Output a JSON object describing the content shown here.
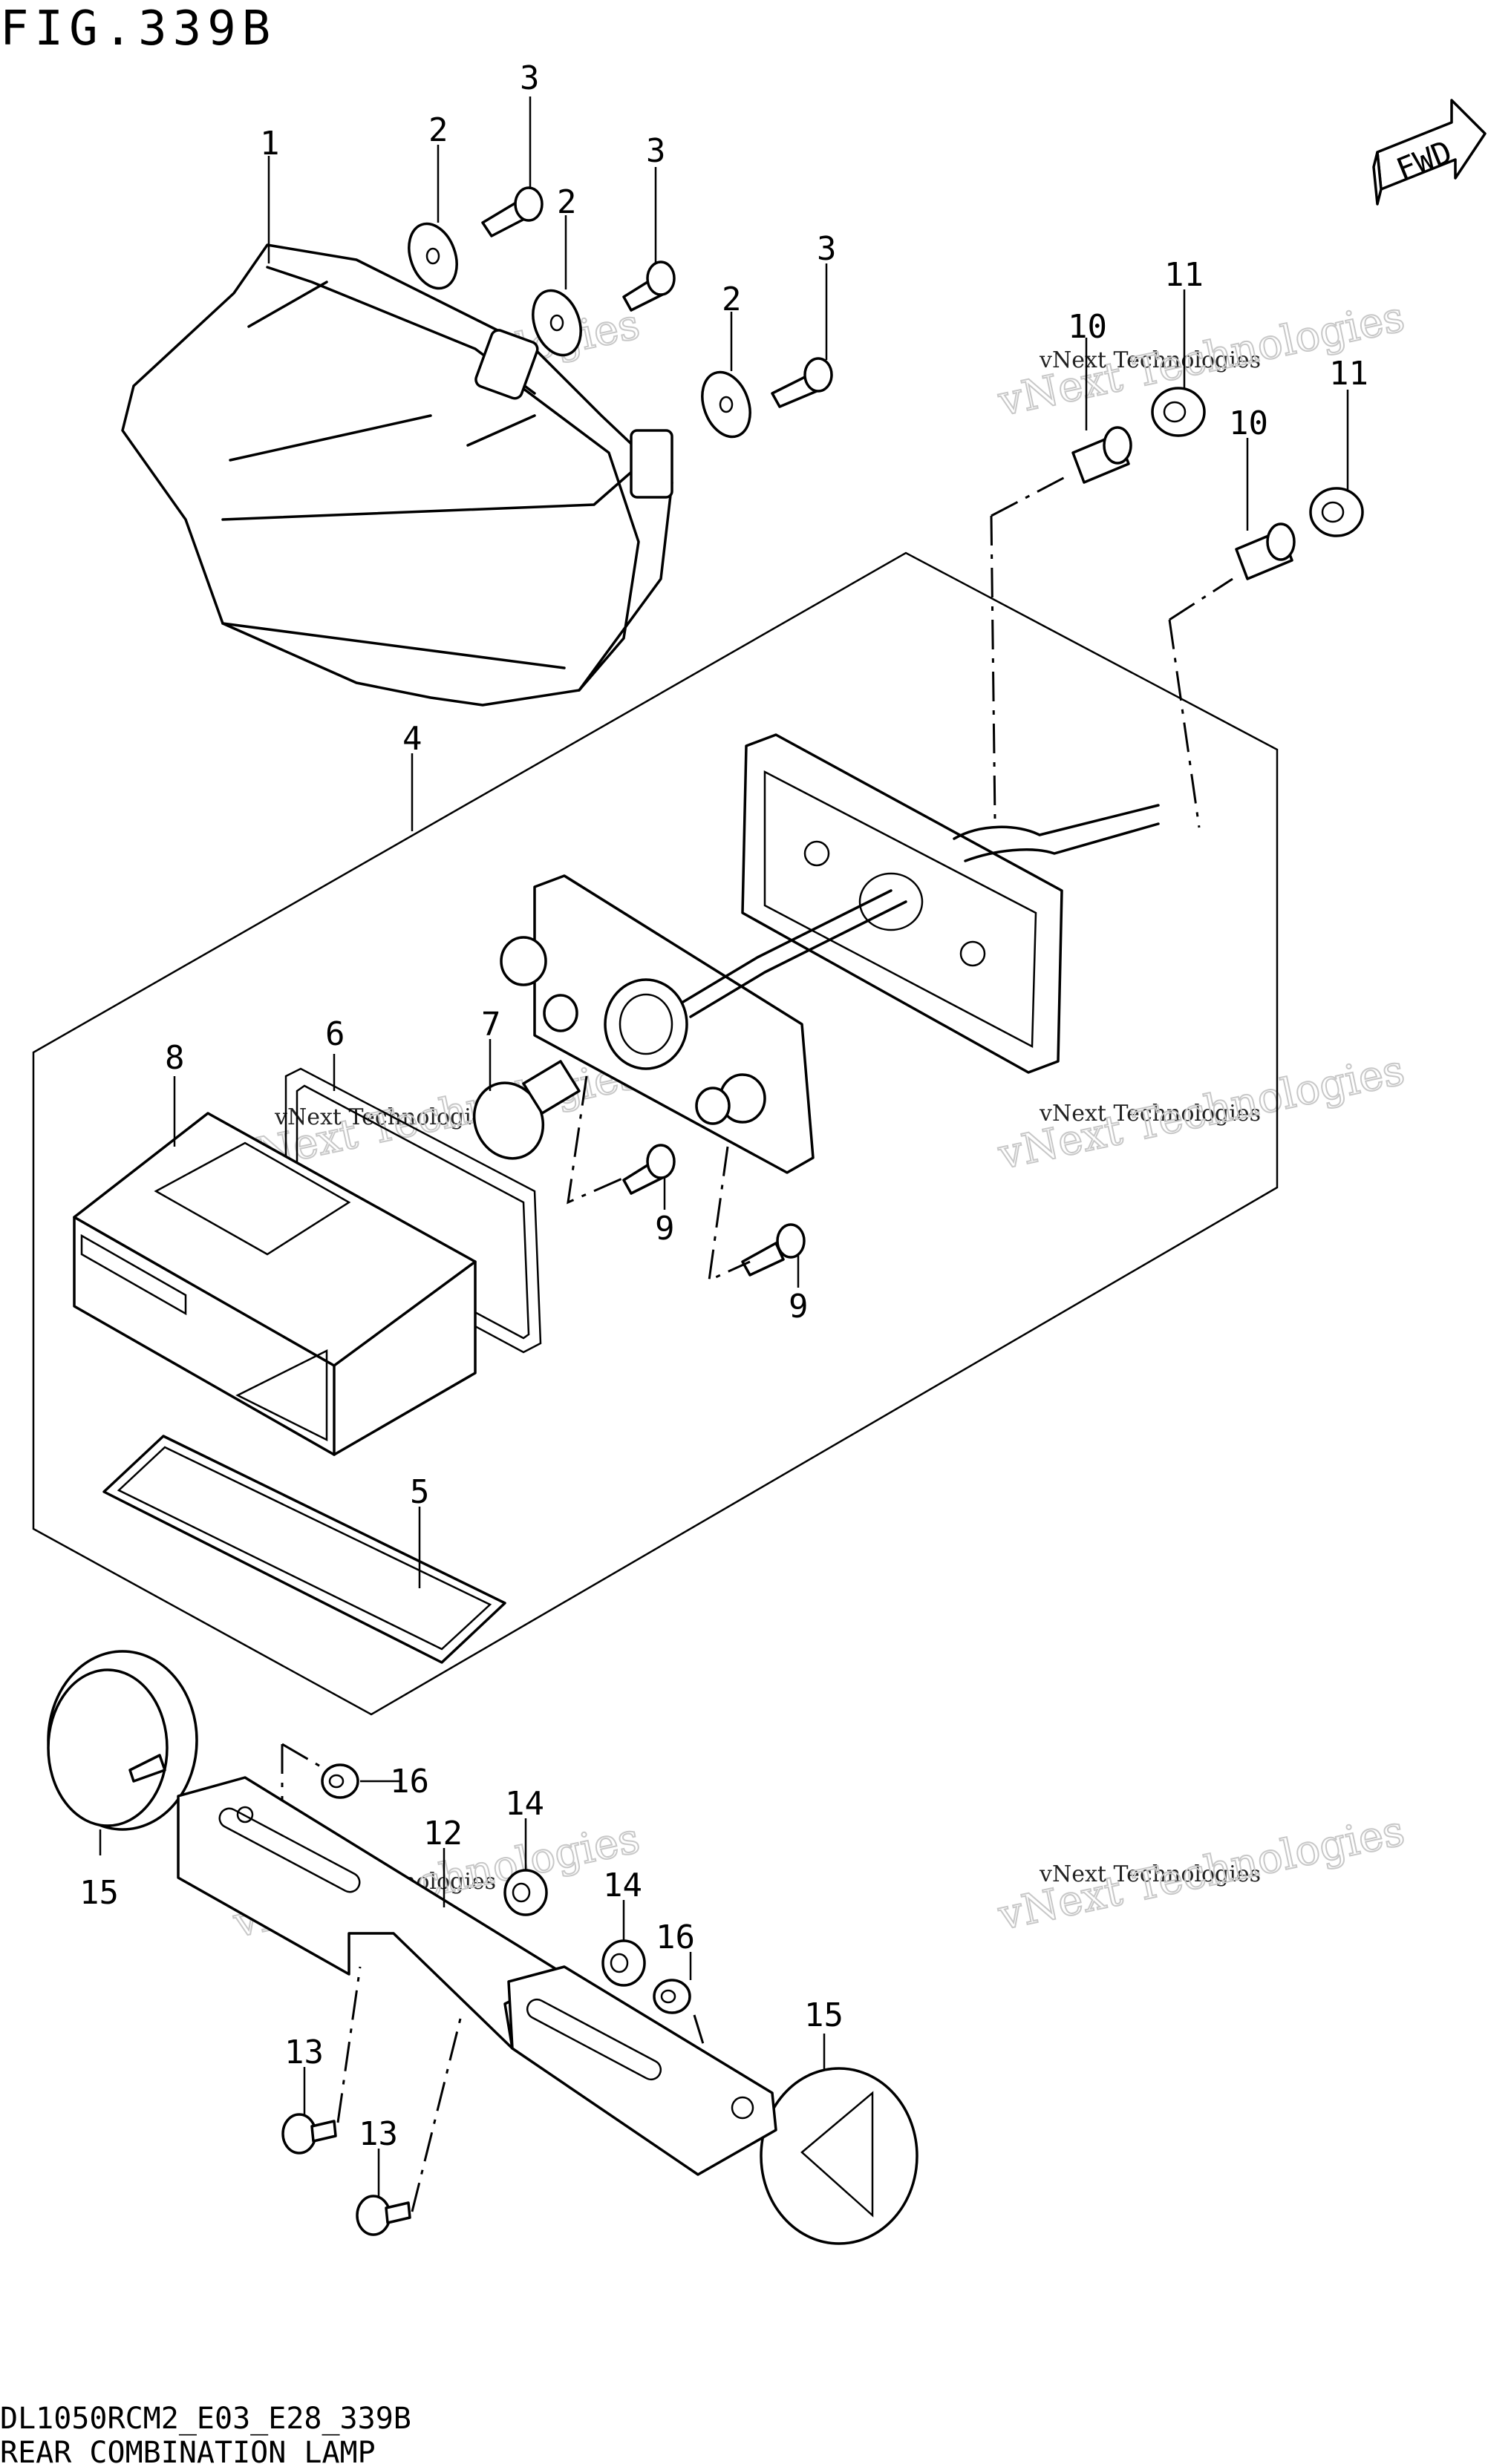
{
  "figure": {
    "title": "FIG.339B",
    "model_code": "DL1050RCM2_E03_E28_339B",
    "caption": "REAR COMBINATION LAMP",
    "fwd_label": "FWD"
  },
  "watermark": {
    "line1": "vNext Technologies",
    "line2": "vNext Technologies"
  },
  "parts": [
    {
      "ref": "1"
    },
    {
      "ref": "2"
    },
    {
      "ref": "2"
    },
    {
      "ref": "2"
    },
    {
      "ref": "3"
    },
    {
      "ref": "3"
    },
    {
      "ref": "3"
    },
    {
      "ref": "4"
    },
    {
      "ref": "5"
    },
    {
      "ref": "6"
    },
    {
      "ref": "7"
    },
    {
      "ref": "8"
    },
    {
      "ref": "9"
    },
    {
      "ref": "9"
    },
    {
      "ref": "10"
    },
    {
      "ref": "10"
    },
    {
      "ref": "11"
    },
    {
      "ref": "11"
    },
    {
      "ref": "12"
    },
    {
      "ref": "13"
    },
    {
      "ref": "13"
    },
    {
      "ref": "14"
    },
    {
      "ref": "14"
    },
    {
      "ref": "15"
    },
    {
      "ref": "15"
    },
    {
      "ref": "16"
    },
    {
      "ref": "16"
    }
  ]
}
